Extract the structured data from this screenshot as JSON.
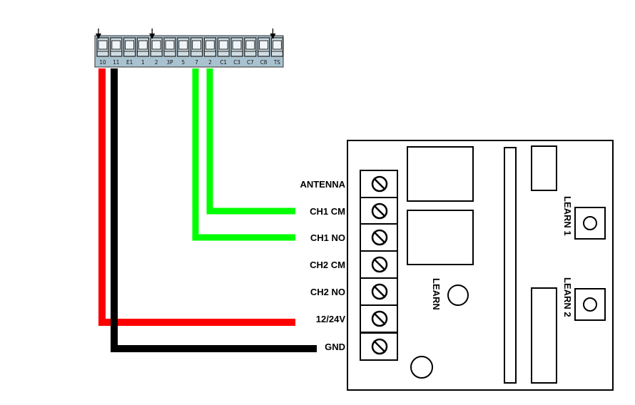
{
  "terminal_block": {
    "labels": [
      "10",
      "11",
      "E1",
      "1",
      "2",
      "3P",
      "5",
      "7",
      "2",
      "C1",
      "C3",
      "C7",
      "C8",
      "TS"
    ],
    "color": "#a9c2cf",
    "arrow_markers_on": [
      "10",
      "2",
      "TS"
    ]
  },
  "receiver": {
    "terminals": [
      "ANTENNA",
      "CH1 CM",
      "CH1 NO",
      "CH2 CM",
      "CH2 NO",
      "12/24V",
      "GND"
    ],
    "learn_buttons": [
      "LEARN 1",
      "LEARN 2"
    ],
    "learn_indicator": "LEARN"
  },
  "wires": [
    {
      "from": "10",
      "to": "12/24V",
      "color": "#ff0000"
    },
    {
      "from": "11",
      "to": "GND",
      "color": "#000000"
    },
    {
      "from": "7",
      "to": "CH1 NO",
      "color": "#00ff00"
    },
    {
      "from": "2",
      "to": "CH1 CM",
      "color": "#00ff00"
    }
  ]
}
